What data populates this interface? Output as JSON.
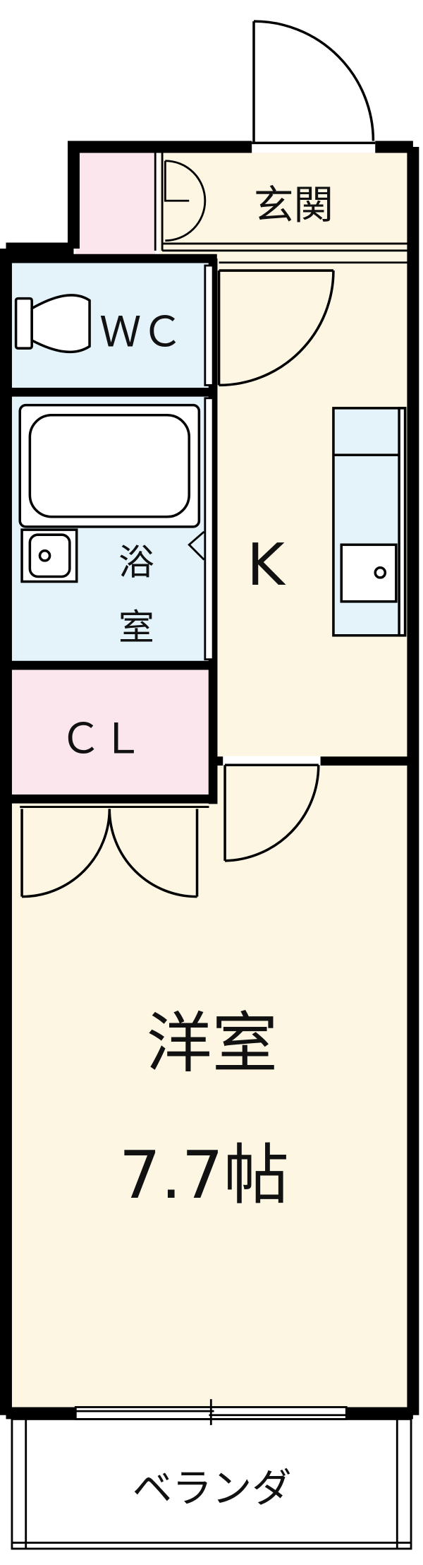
{
  "rooms": {
    "entrance": "玄関",
    "wc": "ＷＣ",
    "bath_line1": "浴",
    "bath_line2": "室",
    "kitchen": "K",
    "closet": "ＣＬ",
    "western_room": "洋室",
    "western_room_size": "7.7帖",
    "balcony": "ベランダ"
  },
  "colors": {
    "cream": "#fdf6e3",
    "blue": "#e4f3fa",
    "pink": "#fce6ee",
    "wall": "#000000"
  }
}
